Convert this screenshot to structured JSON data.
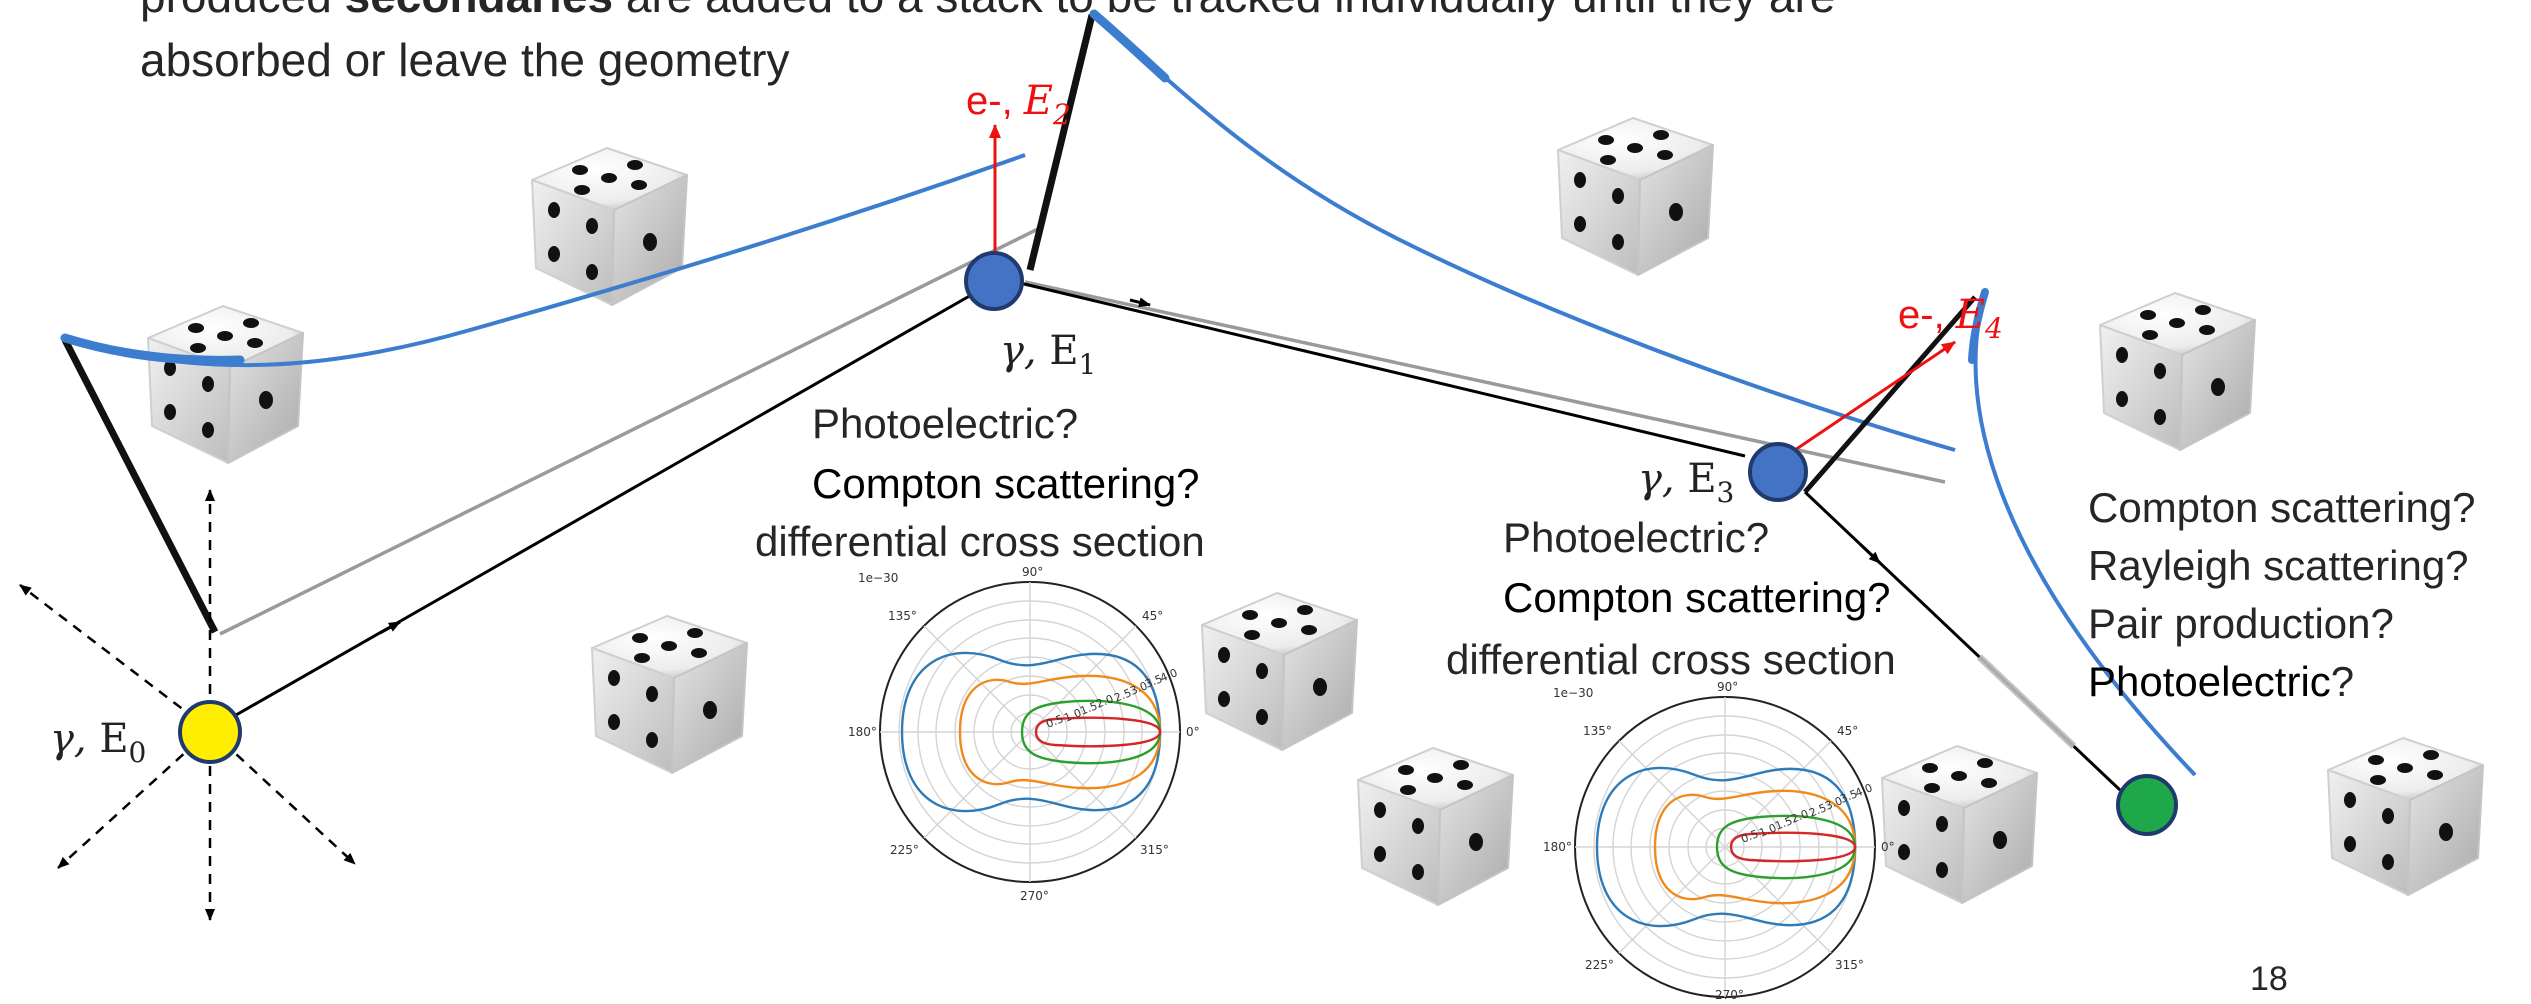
{
  "header": {
    "line1_pre": "produced ",
    "line1_bold": "secondaries",
    "line1_post": " are added to a stack to be tracked individually until they are",
    "line2": "absorbed or leave the geometry"
  },
  "labels": {
    "e0_gamma": "γ, ",
    "e0_energy": "E",
    "e0_sub": "0",
    "e1_gamma": "γ, ",
    "e1_energy": "E",
    "e1_sub": "1",
    "e3_gamma": "γ, ",
    "e3_energy": "E",
    "e3_sub": "3",
    "e2_prefix": "e-, ",
    "e2_energy": "E",
    "e2_sub": "2",
    "e4_prefix": "e-, ",
    "e4_energy": "E",
    "e4_sub": "4"
  },
  "questions_1": {
    "photoelectric": "Photoelectric?",
    "compton": "Compton scattering?",
    "differential": "differential cross section"
  },
  "questions_2": {
    "photoelectric": "Photoelectric?",
    "compton": "Compton scattering?",
    "differential": "differential cross section"
  },
  "questions_3": {
    "compton": "Compton scattering?",
    "rayleigh": "Rayleigh scattering?",
    "pair": "Pair production?",
    "photo_bold": "Photoelectric",
    "photo_q": "?"
  },
  "polar_plot": {
    "scale": "1e−30",
    "angles": [
      "90°",
      "45°",
      "0°",
      "315°",
      "270°",
      "225°",
      "180°",
      "135°"
    ],
    "ring_labels": [
      "0.5",
      "1.0",
      "1.5",
      "2.0",
      "2.5",
      "3.0",
      "3.5",
      "4.0"
    ]
  },
  "page_number": "18",
  "colors": {
    "source": "#ffee00",
    "interaction": "#4472c4",
    "absorbed": "#1fa84a",
    "electron": "#ee1111",
    "track_curve": "#3c7dd0"
  }
}
